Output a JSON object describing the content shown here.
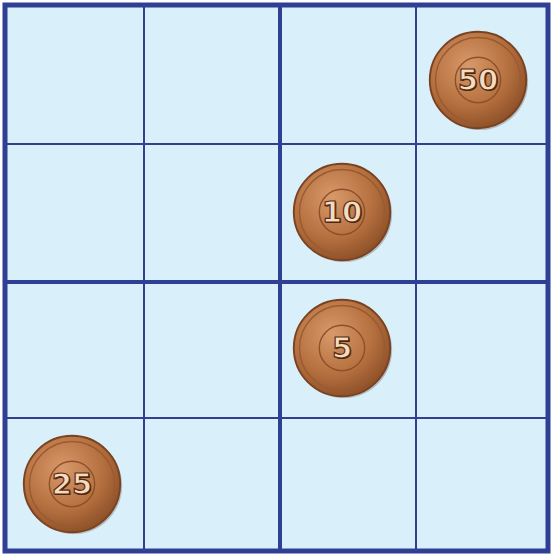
{
  "diagram": {
    "nodes": [
      {
        "text": [
          "50"
        ]
      },
      {
        "text": [
          "10"
        ]
      },
      {
        "text": [
          "5"
        ]
      },
      {
        "text": [
          "25"
        ]
      }
    ]
  }
}
